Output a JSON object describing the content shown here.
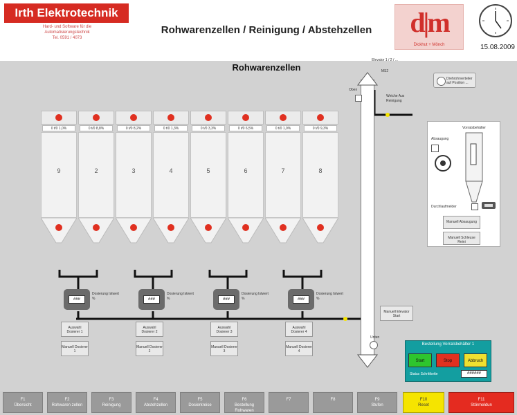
{
  "header": {
    "brand": "Irth Elektrotechnik",
    "tagline_1": "Hard- und Software für die",
    "tagline_2": "Automatisierungstechnik",
    "tagline_3": "Tel. 0591 / 4073",
    "title": "Rohwarenzellen / Reinigung / Abstehzellen",
    "logo_text": "d|m",
    "logo_sub": "Dickhut + Mönch",
    "date": "15.08.2009"
  },
  "main": {
    "section_title": "Rohwarenzellen",
    "silos": [
      {
        "num": "9",
        "level": "0 t/0  1,0%",
        "color_top": "#e03020",
        "color_bottom": "#e03020"
      },
      {
        "num": "2",
        "level": "0 t/0  8,8%",
        "color_top": "#e03020",
        "color_bottom": "#e03020"
      },
      {
        "num": "3",
        "level": "0 t/0  8,2%",
        "color_top": "#e03020",
        "color_bottom": "#e03020"
      },
      {
        "num": "4",
        "level": "0 t/0  1,3%",
        "color_top": "#e03020",
        "color_bottom": "#e03020"
      },
      {
        "num": "5",
        "level": "0 t/0  3,3%",
        "color_top": "#e03020",
        "color_bottom": "#e03020"
      },
      {
        "num": "6",
        "level": "0 t/0  6,5%",
        "color_top": "#e03020",
        "color_bottom": "#e03020"
      },
      {
        "num": "7",
        "level": "0 t/0  1,0%",
        "color_top": "#e03020",
        "color_bottom": "#e03020"
      },
      {
        "num": "8",
        "level": "0 t/0  9,3%",
        "color_top": "#e03020",
        "color_bottom": "#e03020"
      }
    ],
    "motors": [
      {
        "display": "###",
        "label": "Dosierung Istwert %"
      },
      {
        "display": "###",
        "label": "Dosierung Istwert %"
      },
      {
        "display": "###",
        "label": "Dosierung Istwert %"
      },
      {
        "display": "###",
        "label": "Dosierung Istwert %"
      }
    ],
    "dosier_buttons": [
      {
        "top": "Auswahl Dosierer 1",
        "bottom": "Manuell Dosierer 1"
      },
      {
        "top": "Auswahl Dosierer 2",
        "bottom": "Manuell Dosierer 2"
      },
      {
        "top": "Auswahl Dosierer 3",
        "bottom": "Manuell Dosierer 3"
      },
      {
        "top": "Auswahl Dosierer 4",
        "bottom": "Manuell Dosierer 4"
      }
    ],
    "elevator_label": "Elevator 1 / 2 / ...",
    "elevator_sub": "MS2",
    "pipe_top_label": "Oben",
    "pipe_bottom_label": "Unten",
    "pipe_right_label_1": "Weiche Aus",
    "pipe_right_label_2": "Reinigung",
    "position_button": "Drehrohrverteiler auf Position ...",
    "elevator_manual": "Manuell Elevator Start",
    "panel": {
      "title": "Vorratsbehälter",
      "label_left": "Absaugung",
      "label_bottom": "Durchlaufmelder",
      "btn1": "Manuell Absaugung",
      "btn2": "Manuell Schleuse Reini"
    },
    "control": {
      "title": "Bestellung Vorratsbehälter 1",
      "start": "Start",
      "stop": "Stop",
      "abbruch": "Abbruch",
      "status_label": "Status Schrittkette",
      "status_value": "######",
      "colors": {
        "start": "#2ec52e",
        "stop": "#e03020",
        "abbruch": "#f0e030"
      }
    }
  },
  "fkeys": [
    {
      "key": "F1",
      "label": "Übersicht"
    },
    {
      "key": "F2",
      "label": "Rohwaren zellen"
    },
    {
      "key": "F3",
      "label": "Reinigung"
    },
    {
      "key": "F4",
      "label": "Abstehzellen"
    },
    {
      "key": "F5",
      "label": "Dosierkreise"
    },
    {
      "key": "F6",
      "label": "Bestellung Rohwaren"
    },
    {
      "key": "F7",
      "label": ""
    },
    {
      "key": "F8",
      "label": ""
    },
    {
      "key": "F9",
      "label": "Stufen"
    },
    {
      "key": "F10",
      "label": "Reset"
    },
    {
      "key": "F11",
      "label": "Störmeldun"
    }
  ],
  "colors": {
    "brand": "#d62b22",
    "accent_yellow": "#f5e400",
    "alarm": "#e42b20"
  }
}
